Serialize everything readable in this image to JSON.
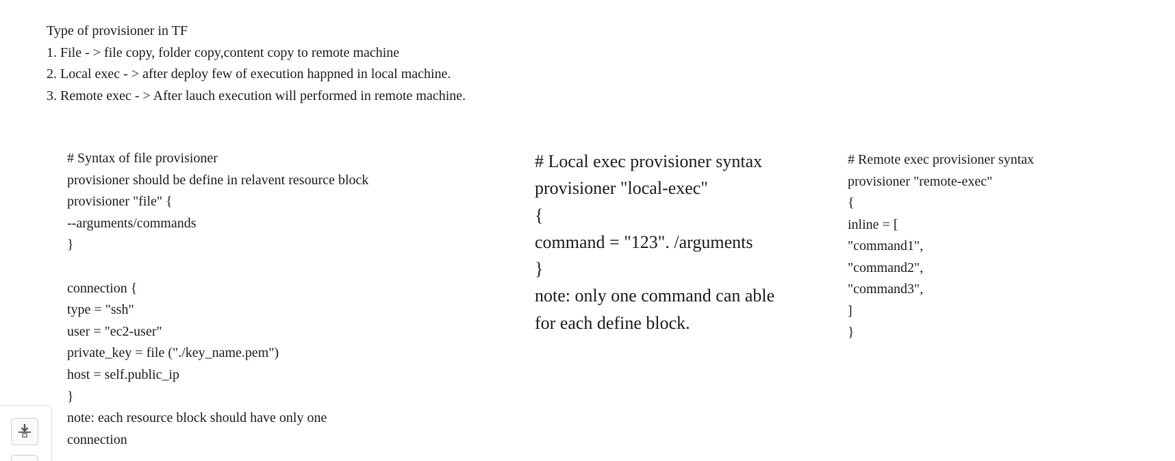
{
  "intro": {
    "title": "Type of provisioner in TF",
    "items": [
      "1. File - > file copy, folder copy,content copy to remote machine",
      "2. Local exec - > after deploy few of execution happned in local machine.",
      "3. Remote exec - > After lauch execution will performed in remote machine."
    ]
  },
  "file_block": {
    "lines_a": [
      "# Syntax of file provisioner",
      "provisioner should be define in relavent resource block",
      "provisioner \"file\" {",
      "--arguments/commands",
      "}"
    ],
    "lines_b": [
      "connection {",
      "type = \"ssh\"",
      "user = \"ec2-user\"",
      "private_key = file (\"./key_name.pem\")",
      "host = self.public_ip",
      "}",
      "note: each resource block should have only one",
      "connection"
    ]
  },
  "local_block": {
    "lines": [
      "# Local exec provisioner syntax",
      "provisioner \"local-exec\"",
      "{",
      "command = \"123\". /arguments",
      "}",
      "note: only one command can able",
      "for each define block."
    ]
  },
  "remote_block": {
    "lines": [
      "# Remote exec provisioner syntax",
      "provisioner \"remote-exec\"",
      "{",
      "inline = [",
      "\"command1\",",
      "\"command2\",",
      "\"command3\",",
      "]",
      "}"
    ]
  },
  "toolbar": {
    "icon": "download-icon",
    "icon_color": "#555555"
  }
}
